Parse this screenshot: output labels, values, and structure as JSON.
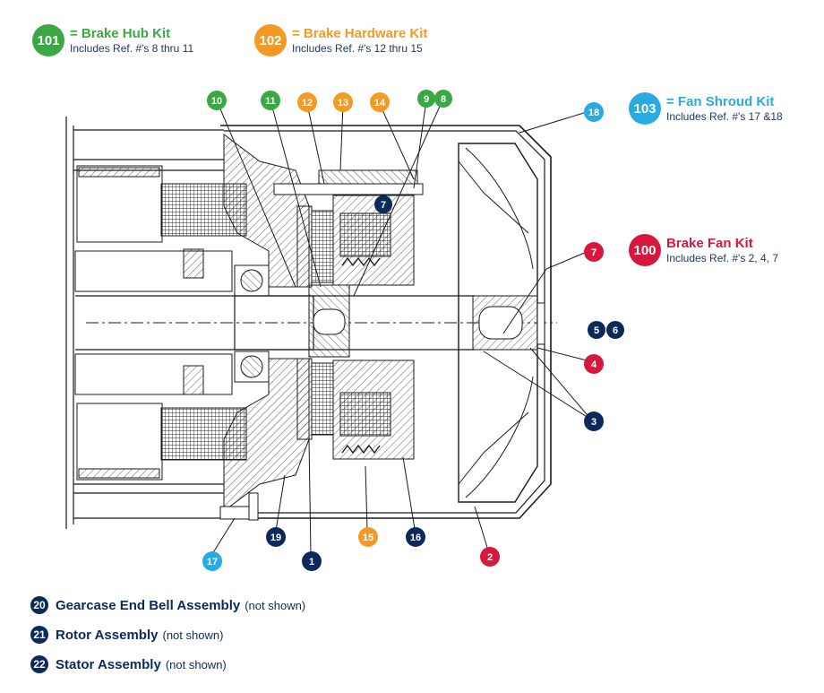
{
  "colors": {
    "green": "#3aa843",
    "orange": "#f39a25",
    "cyan": "#29aae1",
    "red": "#d6183e",
    "navy": "#0b2a5b",
    "line": "#1a1a1a"
  },
  "kits": [
    {
      "badge": "101",
      "title": "= Brake Hub Kit",
      "sub": "Includes Ref. #'s 8 thru 11",
      "color": "green"
    },
    {
      "badge": "102",
      "title": "= Brake Hardware Kit",
      "sub": "Includes Ref. #'s 12 thru 15",
      "color": "orange"
    },
    {
      "badge": "103",
      "title": "= Fan Shroud Kit",
      "sub": "Includes Ref. #'s 17 &18",
      "color": "cyan"
    },
    {
      "badge": "100",
      "title": "Brake Fan Kit",
      "sub": "Includes Ref. #'s 2, 4, 7",
      "color": "red"
    }
  ],
  "callouts": [
    {
      "n": "10",
      "color": "green"
    },
    {
      "n": "11",
      "color": "green"
    },
    {
      "n": "12",
      "color": "orange"
    },
    {
      "n": "13",
      "color": "orange"
    },
    {
      "n": "14",
      "color": "orange"
    },
    {
      "n": "9",
      "color": "green"
    },
    {
      "n": "8",
      "color": "green"
    },
    {
      "n": "18",
      "color": "cyan"
    },
    {
      "n": "7",
      "color": "navy"
    },
    {
      "n": "7",
      "color": "red"
    },
    {
      "n": "5",
      "color": "navy"
    },
    {
      "n": "6",
      "color": "navy"
    },
    {
      "n": "4",
      "color": "red"
    },
    {
      "n": "3",
      "color": "navy"
    },
    {
      "n": "2",
      "color": "red"
    },
    {
      "n": "16",
      "color": "navy"
    },
    {
      "n": "15",
      "color": "orange"
    },
    {
      "n": "1",
      "color": "navy"
    },
    {
      "n": "19",
      "color": "navy"
    },
    {
      "n": "17",
      "color": "cyan"
    }
  ],
  "legend": [
    {
      "badge": "20",
      "label": "Gearcase End Bell Assembly",
      "note": "(not shown)"
    },
    {
      "badge": "21",
      "label": "Rotor Assembly",
      "note": "(not shown)"
    },
    {
      "badge": "22",
      "label": "Stator Assembly",
      "note": "(not shown)"
    }
  ]
}
